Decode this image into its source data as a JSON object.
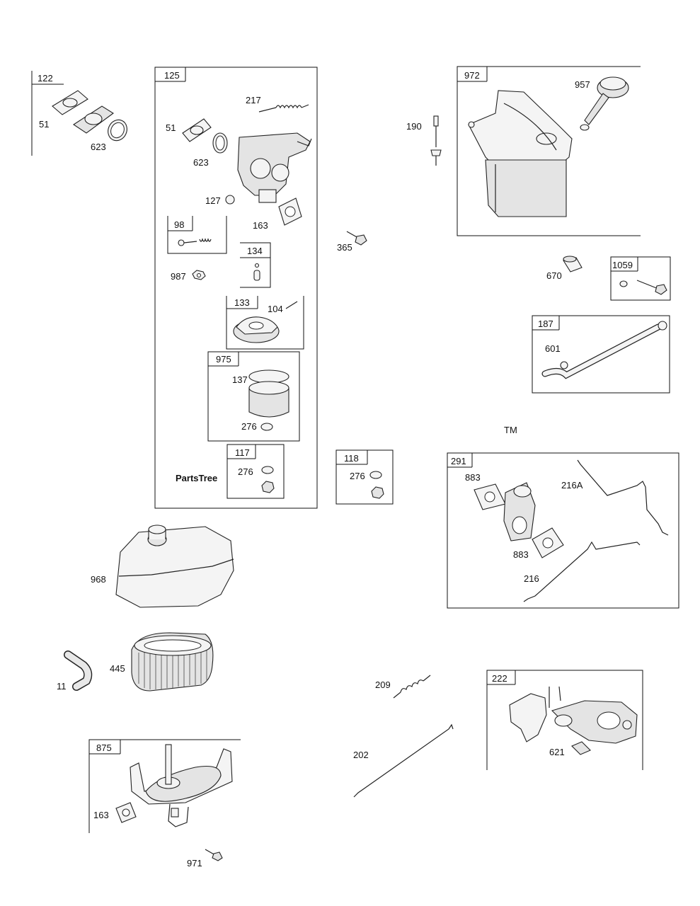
{
  "watermark": {
    "brand": "PartsTree",
    "trademark": "TM"
  },
  "labels": {
    "l122": "122",
    "l51a": "51",
    "l623a": "623",
    "l125": "125",
    "l217": "217",
    "l51b": "51",
    "l623b": "623",
    "l127": "127",
    "l163a": "163",
    "l98": "98",
    "l134": "134",
    "l987": "987",
    "l133": "133",
    "l104": "104",
    "l975": "975",
    "l137": "137",
    "l276a": "276",
    "l117": "117",
    "l276b": "276",
    "l118": "118",
    "l276c": "276",
    "l190": "190",
    "l365": "365",
    "l972": "972",
    "l957": "957",
    "l670": "670",
    "l1059": "1059",
    "l187": "187",
    "l601": "601",
    "l291": "291",
    "l883a": "883",
    "l216a": "216A",
    "l883b": "883",
    "l216": "216",
    "l968": "968",
    "l11": "11",
    "l445": "445",
    "l875": "875",
    "l163b": "163",
    "l971": "971",
    "l209": "209",
    "l202": "202",
    "l222": "222",
    "l621": "621"
  }
}
